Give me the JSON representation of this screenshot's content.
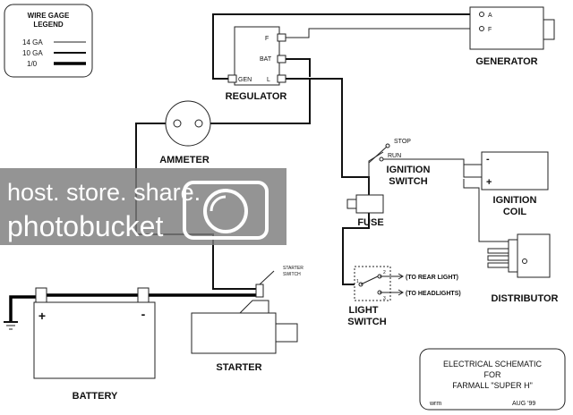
{
  "legend": {
    "title_line1": "WIRE GAGE",
    "title_line2": "LEGEND",
    "items": [
      {
        "label": "14 GA"
      },
      {
        "label": "10 GA"
      },
      {
        "label": "1/0"
      }
    ]
  },
  "components": {
    "generator": {
      "name": "GENERATOR",
      "terminal_a": "A",
      "terminal_f": "F"
    },
    "regulator": {
      "name": "REGULATOR",
      "terminal_f": "F",
      "terminal_bat": "BAT",
      "terminal_gen": "GEN",
      "terminal_l": "L"
    },
    "ammeter": {
      "name": "AMMETER"
    },
    "ignition_switch": {
      "line1": "IGNITION",
      "line2": "SWITCH",
      "stop": "STOP",
      "run": "RUN"
    },
    "ignition_coil": {
      "line1": "IGNITION",
      "line2": "COIL",
      "minus": "-",
      "plus": "+"
    },
    "fuse": {
      "name": "FUSE"
    },
    "distributor": {
      "name": "DISTRIBUTOR"
    },
    "light_switch": {
      "line1": "LIGHT",
      "line2": "SWITCH",
      "pos1": "1",
      "pos2": "2",
      "pos3": "3",
      "to_rear": "(TO REAR LIGHT)",
      "to_head": "(TO HEADLIGHTS)"
    },
    "starter_switch": {
      "line1": "STARTER",
      "line2": "SWITCH"
    },
    "battery": {
      "name": "BATTERY",
      "plus": "+",
      "minus": "-"
    },
    "starter": {
      "name": "STARTER"
    }
  },
  "title_block": {
    "line1": "ELECTRICAL SCHEMATIC",
    "line2": "FOR",
    "line3": "FARMALL \"SUPER H\"",
    "author": "wrm",
    "date": "AUG '99"
  },
  "watermark": {
    "line1": "host. store. share.",
    "line2": "photobucket"
  }
}
